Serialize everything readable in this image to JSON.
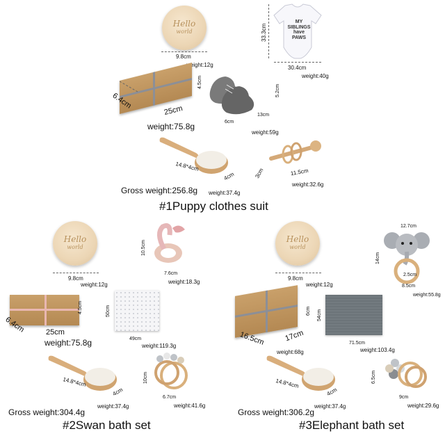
{
  "sets": {
    "set1": {
      "title": "#1Puppy clothes suit",
      "gross_weight": "Gross weight:256.8g",
      "plaque": {
        "text_top": "Hello",
        "text_bottom": "world",
        "size": "9.8cm",
        "weight": "weight:12g"
      },
      "bodysuit": {
        "text": "MY SIBLINGS have PAWS",
        "height": "33.3cm",
        "width": "30.4cm",
        "weight": "weight:40g"
      },
      "box": {
        "length": "25cm",
        "width": "6.4cm",
        "depth": "4.5cm",
        "weight": "weight:75.8g"
      },
      "shoes": {
        "length": "13cm",
        "width": "6cm",
        "height": "5.2cm",
        "weight": "weight:59g"
      },
      "brush": {
        "size": "14.8*4cm",
        "depth": "4cm",
        "weight": "weight:37.4g"
      },
      "rattle": {
        "length": "11.5cm",
        "height": "3cm",
        "weight": "weight:32.6g"
      }
    },
    "set2": {
      "title": "#2Swan bath set",
      "gross_weight": "Gross weight:304.4g",
      "plaque": {
        "text_top": "Hello",
        "text_bottom": "world",
        "size": "9.8cm",
        "weight": "weight:12g"
      },
      "teether": {
        "height": "10.5cm",
        "width": "7.6cm",
        "weight": "weight:18.3g"
      },
      "box": {
        "length": "25cm",
        "width": "6.4cm",
        "depth": "4.5cm",
        "weight": "weight:75.8g"
      },
      "blanket": {
        "height": "50cm",
        "width": "49cm",
        "weight": "weight:119.3g"
      },
      "brush": {
        "size": "14.8*4cm",
        "depth": "4cm",
        "weight": "weight:37.4g"
      },
      "rattle": {
        "height": "10cm",
        "width": "6.7cm",
        "weight": "weight:41.6g"
      }
    },
    "set3": {
      "title": "#3Elephant bath set",
      "gross_weight": "Gross weight:306.2g",
      "plaque": {
        "text_top": "Hello",
        "text_bottom": "world",
        "size": "9.8cm",
        "weight": "weight:12g"
      },
      "elephant": {
        "top_width": "12.7cm",
        "height": "14cm",
        "ring": "2.5cm",
        "ring_width": "8.5cm",
        "weight": "weight:55.8g"
      },
      "box": {
        "length": "17cm",
        "width": "16.5cm",
        "depth": "6cm",
        "weight": "weight:68g"
      },
      "blanket": {
        "height": "54cm",
        "width": "71.5cm",
        "weight": "weight:103.4g"
      },
      "brush": {
        "size": "14.8*4cm",
        "depth": "4cm",
        "weight": "weight:37.4g"
      },
      "rattle": {
        "height": "6.5cm",
        "width": "9cm",
        "weight": "weight:29.6g"
      }
    }
  },
  "colors": {
    "kraft": "#c49a64",
    "ribbon_grey": "#8c8f97",
    "ribbon_pink": "#e9b7b1",
    "suede": "#6d6d6d",
    "wood": "#d9b07c",
    "muslin_grey": "#6c7479"
  }
}
